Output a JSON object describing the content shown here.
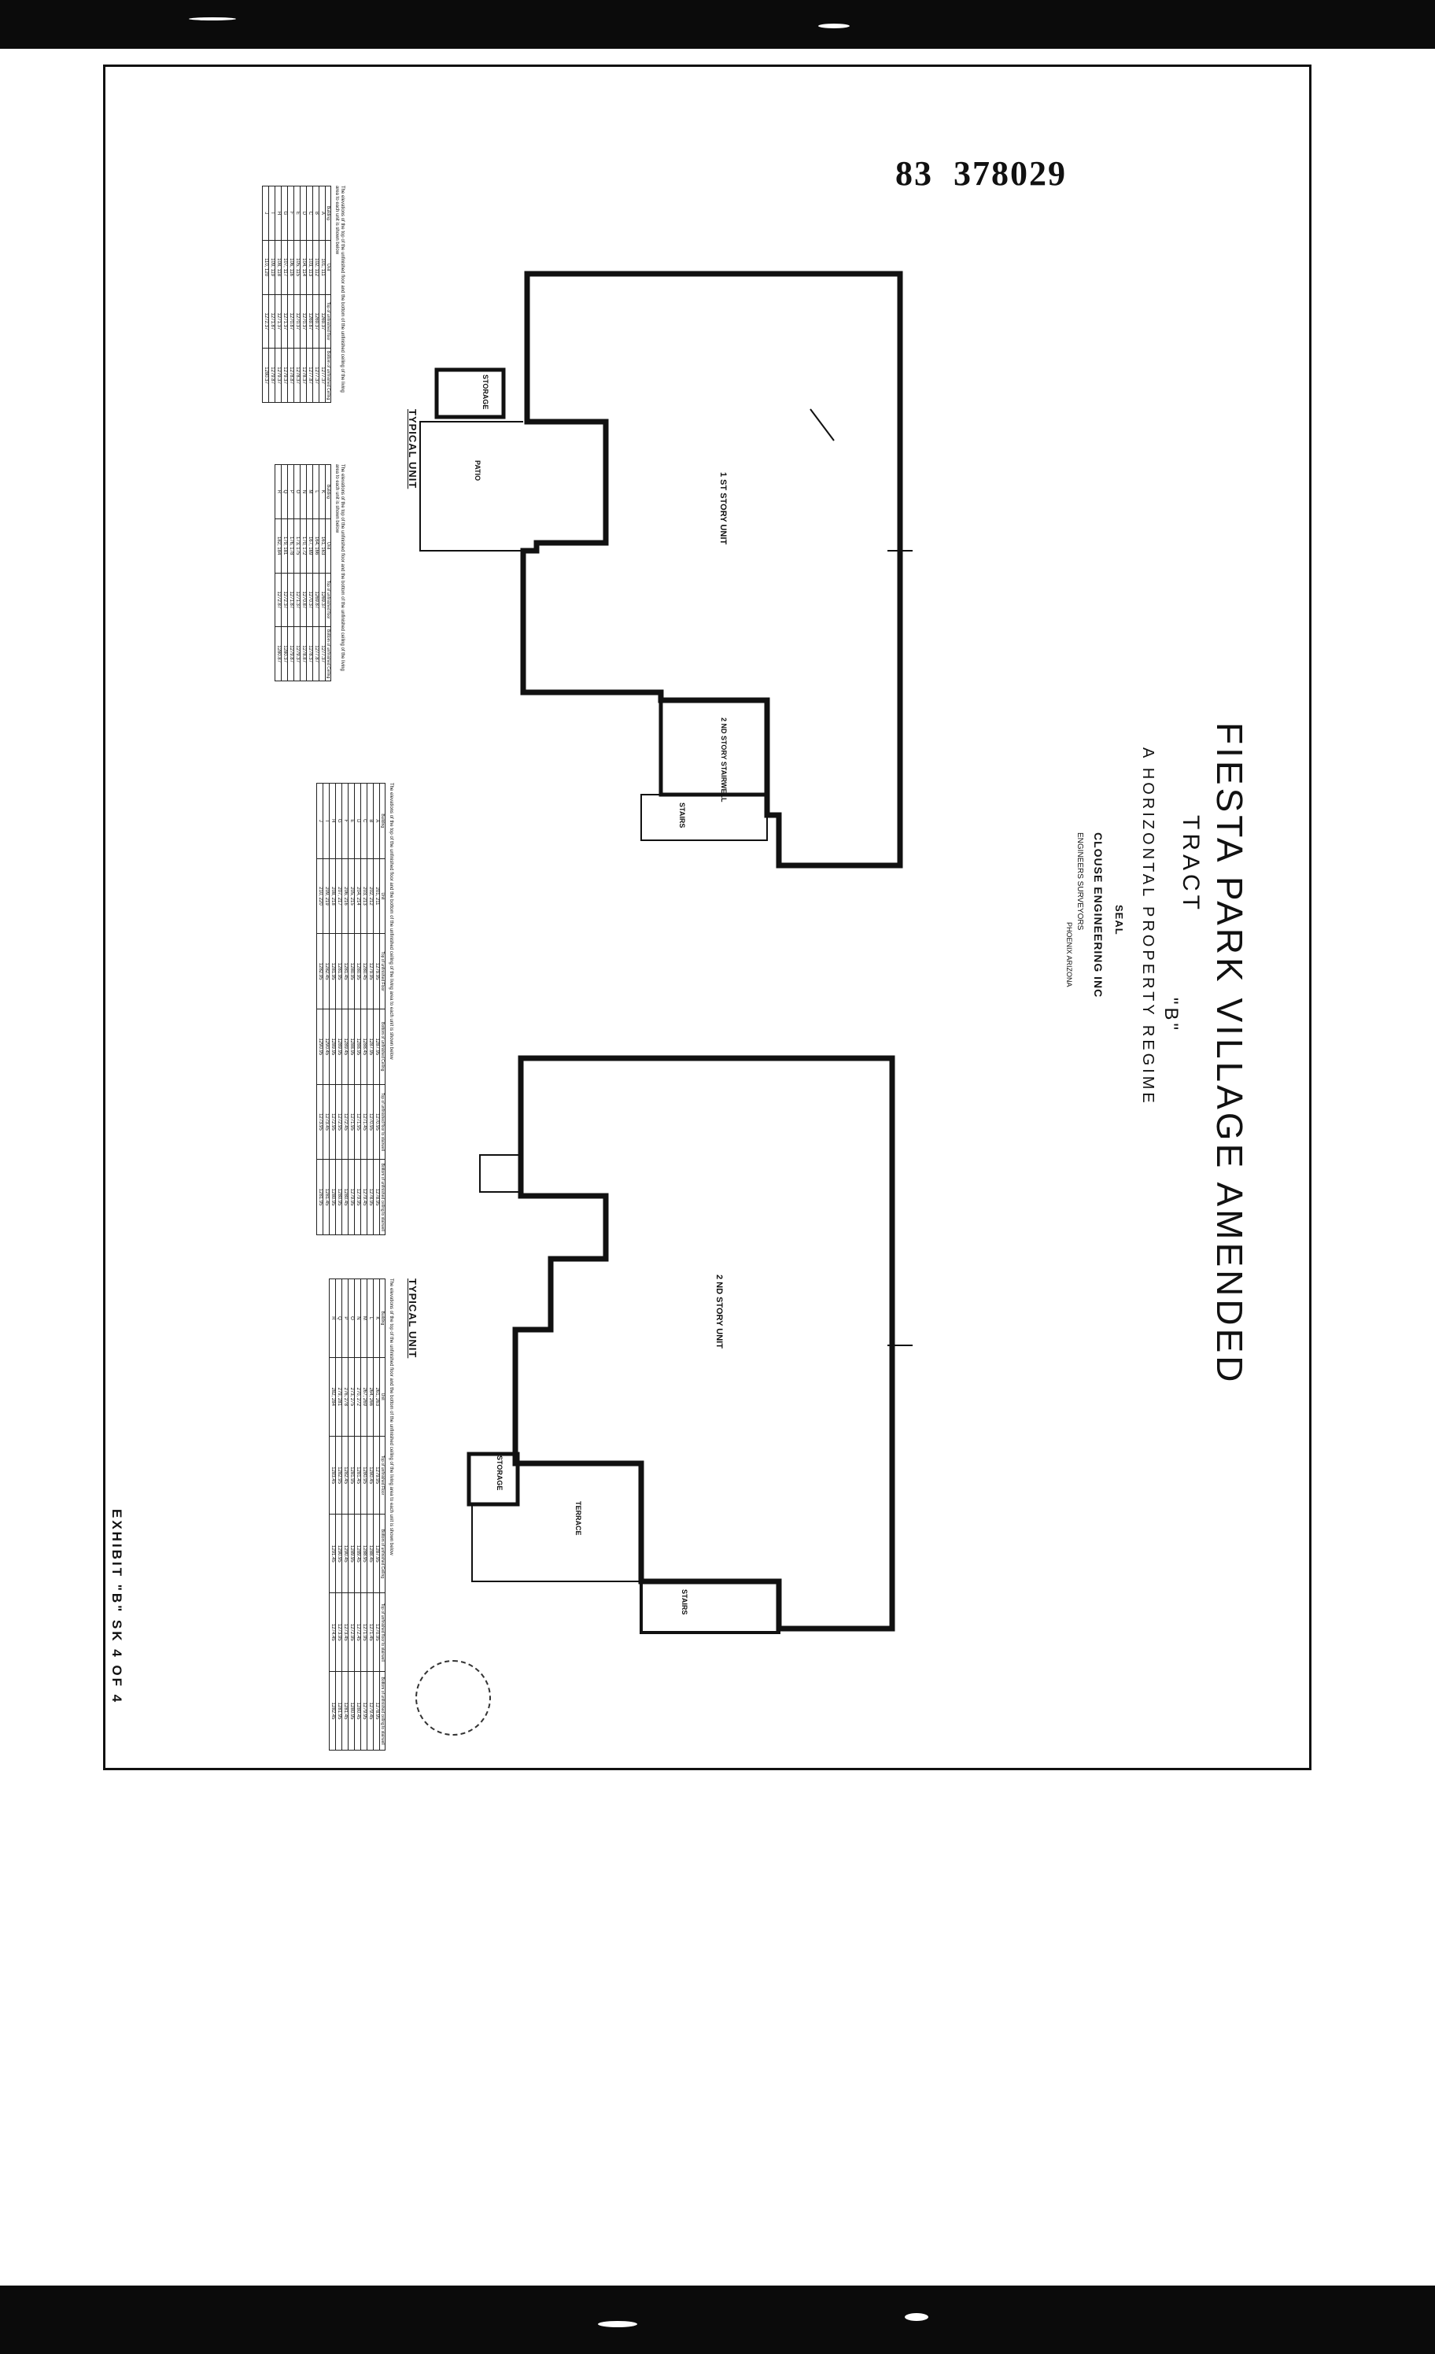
{
  "document": {
    "number": "83  378029",
    "title": "FIESTA PARK VILLAGE AMENDED",
    "subtitle_tract": "TRACT",
    "subtitle_b": "\"B\"",
    "regime": "A HORIZONTAL PROPERTY REGIME",
    "seal_line": "SEAL",
    "engineer_name": "CLOUSE ENGINEERING INC",
    "engineer_roles": "ENGINEERS  SURVEYORS",
    "engineer_location": "PHOENIX  ARIZONA",
    "exhibit": "EXHIBIT \"B\" SK 4 OF 4"
  },
  "plan_first": {
    "heading": "TYPICAL UNIT",
    "unit_label": "1 ST STORY UNIT",
    "patio": "PATIO",
    "storage": "STORAGE",
    "stairwell": "2 ND STORY STAIRWELL",
    "stairs": "STAIRS"
  },
  "plan_second": {
    "heading": "TYPICAL UNIT",
    "unit_label": "2 ND STORY UNIT",
    "terrace": "TERRACE",
    "storage": "STORAGE",
    "stairs": "STAIRS"
  },
  "tables": {
    "first_a": {
      "note": "The elevations of the top of the unfinished floor and the bottom of the unfinished ceiling of the living area to each unit is shown below",
      "headers": [
        "Building",
        "Unit",
        "Top of unfinished floor",
        "Bottom of unfinished Ceiling"
      ],
      "rows": [
        [
          "A",
          "101, 111",
          "1269.37",
          "1277.37"
        ],
        [
          "B",
          "102, 112",
          "1269.37",
          "1277.37"
        ],
        [
          "C",
          "103, 113",
          "1269.87",
          "1277.87"
        ],
        [
          "D",
          "104, 114",
          "1270.37",
          "1278.37"
        ],
        [
          "E",
          "105, 115",
          "1270.37",
          "1278.37"
        ],
        [
          "F",
          "106, 116",
          "1270.87",
          "1278.87"
        ],
        [
          "G",
          "107, 117",
          "1271.37",
          "1279.37"
        ],
        [
          "H",
          "108, 118",
          "1271.37",
          "1279.37"
        ],
        [
          "I",
          "109, 119",
          "1271.87",
          "1279.87"
        ],
        [
          "J",
          "110, 120",
          "1272.37",
          "1280.37"
        ]
      ]
    },
    "first_b": {
      "note": "The elevations of the top of the unfinished floor and the bottom of the unfinished ceiling of the living area to each unit is shown below",
      "headers": [
        "Building",
        "Unit",
        "Top of unfinished floor",
        "Bottom of unfinished Ceiling"
      ],
      "rows": [
        [
          "K",
          "161, 163",
          "1269.37",
          "1277.37"
        ],
        [
          "L",
          "164, 166",
          "1269.87",
          "1277.87"
        ],
        [
          "M",
          "167, 169",
          "1270.37",
          "1278.37"
        ],
        [
          "N",
          "170, 172",
          "1270.87",
          "1278.87"
        ],
        [
          "O",
          "173, 175",
          "1271.37",
          "1279.37"
        ],
        [
          "P",
          "176, 178",
          "1271.87",
          "1279.87"
        ],
        [
          "Q",
          "179, 181",
          "1272.37",
          "1280.37"
        ],
        [
          "R",
          "182, 184",
          "1272.87",
          "1280.87"
        ]
      ]
    },
    "second_a": {
      "note": "The elevations of the top of the unfinished floor and the bottom of the unfinished ceiling of the living area to each unit is shown below",
      "headers": [
        "Building",
        "Unit",
        "Top of unfinished Floor",
        "Bottom of unfinished Ceiling",
        "Top of unfinished floor to stairwell",
        "Bottom of unfinished ceiling to stairwell"
      ],
      "rows": [
        [
          "A",
          "201, 211",
          "1279.95",
          "1287.95",
          "1270.95",
          "1278.95"
        ],
        [
          "B",
          "202, 212",
          "1279.95",
          "1287.95",
          "1270.95",
          "1278.95"
        ],
        [
          "C",
          "203, 213",
          "1280.45",
          "1288.45",
          "1271.45",
          "1279.45"
        ],
        [
          "D",
          "204, 214",
          "1280.95",
          "1288.95",
          "1271.95",
          "1279.95"
        ],
        [
          "E",
          "205, 215",
          "1280.95",
          "1288.95",
          "1271.95",
          "1279.95"
        ],
        [
          "F",
          "206, 216",
          "1281.45",
          "1289.45",
          "1272.45",
          "1280.45"
        ],
        [
          "G",
          "207, 217",
          "1281.95",
          "1289.95",
          "1272.95",
          "1280.95"
        ],
        [
          "H",
          "208, 218",
          "1281.95",
          "1289.95",
          "1272.95",
          "1280.95"
        ],
        [
          "I",
          "209, 219",
          "1282.45",
          "1290.45",
          "1273.45",
          "1281.45"
        ],
        [
          "J",
          "210, 220",
          "1282.95",
          "1290.95",
          "1273.95",
          "1281.95"
        ]
      ]
    },
    "second_b": {
      "note": "The elevations of the top of the unfinished floor and the bottom of the unfinished ceiling of the living area to each unit is shown below",
      "headers": [
        "Building",
        "Unit",
        "Top of unfinished Floor",
        "Bottom of unfinished Ceiling",
        "Top of unfinished floor to stairwell",
        "Bottom of unfinished ceiling to stairwell"
      ],
      "rows": [
        [
          "K",
          "261, 263",
          "1279.95",
          "1287.95",
          "1270.95",
          "1278.95"
        ],
        [
          "L",
          "264, 266",
          "1280.45",
          "1288.45",
          "1271.45",
          "1279.45"
        ],
        [
          "M",
          "267, 269",
          "1280.95",
          "1288.95",
          "1271.95",
          "1279.95"
        ],
        [
          "N",
          "270, 272",
          "1281.45",
          "1289.45",
          "1272.45",
          "1280.45"
        ],
        [
          "O",
          "273, 275",
          "1281.95",
          "1289.95",
          "1272.95",
          "1280.95"
        ],
        [
          "P",
          "276, 278",
          "1282.45",
          "1290.45",
          "1273.45",
          "1281.45"
        ],
        [
          "Q",
          "279, 281",
          "1282.95",
          "1290.95",
          "1273.95",
          "1281.95"
        ],
        [
          "R",
          "282, 284",
          "1283.45",
          "1291.45",
          "1274.45",
          "1282.45"
        ]
      ]
    }
  }
}
